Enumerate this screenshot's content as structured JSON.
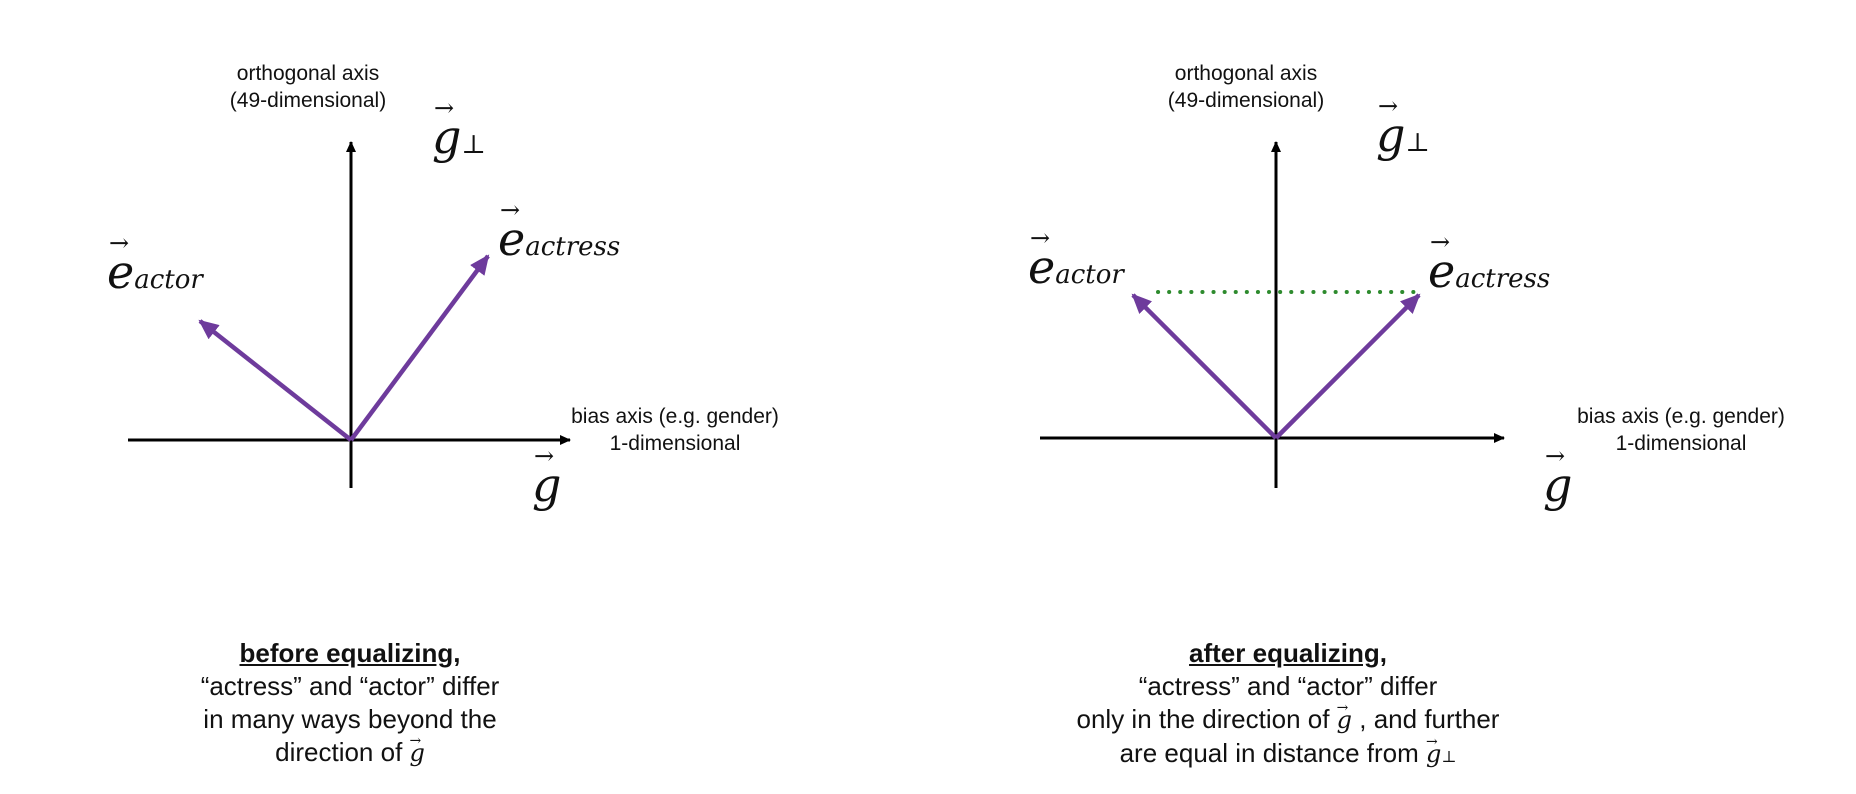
{
  "panels": [
    {
      "orth_axis_label": [
        "orthogonal axis",
        "(49-dimensional)"
      ],
      "orth_vector": {
        "base": "g",
        "sub": "⊥"
      },
      "bias_axis_label": [
        "bias axis (e.g. gender)",
        "1-dimensional"
      ],
      "bias_vector": {
        "base": "g"
      },
      "vectors": [
        {
          "base": "e",
          "sub": "actor"
        },
        {
          "base": "e",
          "sub": "actress"
        }
      ],
      "caption": {
        "heading": "before equalizing,",
        "line1": "“actress” and “actor” differ",
        "line2": "in many ways beyond the",
        "line3_text": "direction of ",
        "line3_vec": "g"
      }
    },
    {
      "orth_axis_label": [
        "orthogonal axis",
        "(49-dimensional)"
      ],
      "orth_vector": {
        "base": "g",
        "sub": "⊥"
      },
      "bias_axis_label": [
        "bias axis (e.g. gender)",
        "1-dimensional"
      ],
      "bias_vector": {
        "base": "g"
      },
      "vectors": [
        {
          "base": "e",
          "sub": "actor"
        },
        {
          "base": "e",
          "sub": "actress"
        }
      ],
      "caption": {
        "heading": "after equalizing,",
        "line1": "“actress” and “actor” differ",
        "line2_text": "only in the direction of ",
        "line2_vec": "g",
        "line2_rest": " , and further",
        "line3_text": "are equal in distance from ",
        "line3_vec": "g",
        "line3_sub": "⊥"
      }
    }
  ],
  "colors": {
    "axis": "#000000",
    "vector": "#6e3b9c",
    "equal_line": "#2e8b2e"
  }
}
